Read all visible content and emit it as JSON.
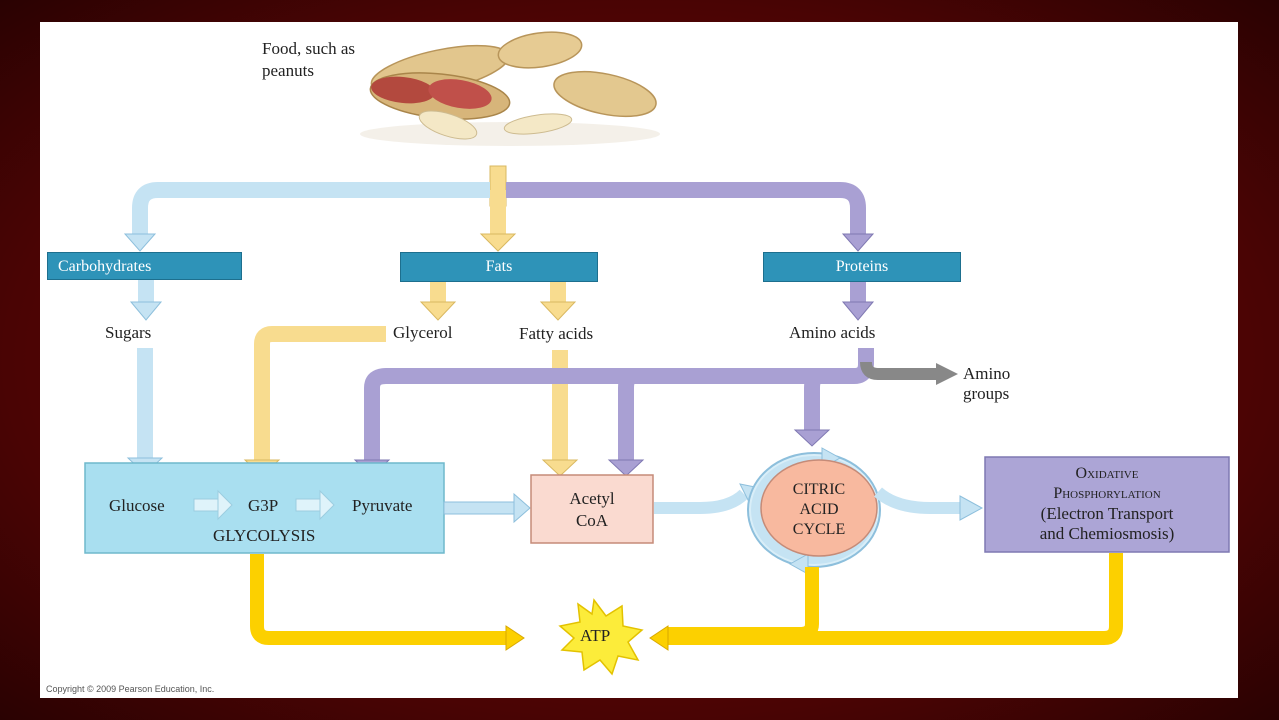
{
  "food": {
    "line1": "Food, such as",
    "line2": "peanuts"
  },
  "categories": {
    "carbohydrates": "Carbohydrates",
    "fats": "Fats",
    "proteins": "Proteins"
  },
  "monomers": {
    "sugars": "Sugars",
    "glycerol": "Glycerol",
    "fatty_acids": "Fatty acids",
    "amino_acids": "Amino acids"
  },
  "amino_groups": {
    "line1": "Amino",
    "line2": "groups"
  },
  "glycolysis": {
    "glucose": "Glucose",
    "g3p": "G3P",
    "pyruvate": "Pyruvate",
    "title": "GLYCOLYSIS"
  },
  "acetyl_coa": {
    "line1": "Acetyl",
    "line2": "CoA"
  },
  "citric_acid_cycle": {
    "line1": "CITRIC",
    "line2": "ACID",
    "line3": "CYCLE"
  },
  "oxidative_phosphorylation": {
    "line1": "Oxidative",
    "line2": "Phosphorylation",
    "line3": "(Electron Transport",
    "line4": "and Chemiosmosis)"
  },
  "atp": "ATP",
  "copyright": "Copyright © 2009 Pearson Education, Inc.",
  "colors": {
    "carb": "#c5e3f3",
    "fat": "#f8dc8f",
    "protein": "#a9a0d3",
    "amino_group": "#888888",
    "atp_flow": "#fcd000",
    "category_box": "#2e93b8"
  }
}
